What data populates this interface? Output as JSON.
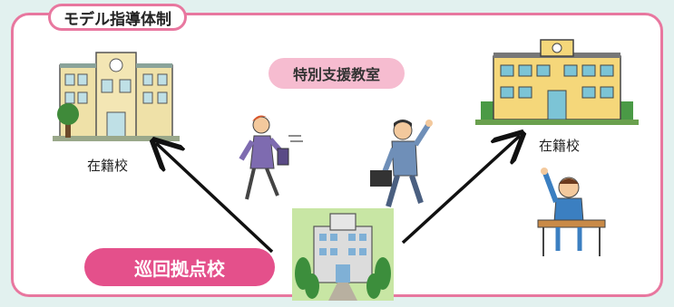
{
  "title": "モデル指導体制",
  "nodes": {
    "classroom": "特別支援教室",
    "hub_school": "巡回拠点校",
    "school_left": "在籍校",
    "school_right": "在籍校"
  }
}
